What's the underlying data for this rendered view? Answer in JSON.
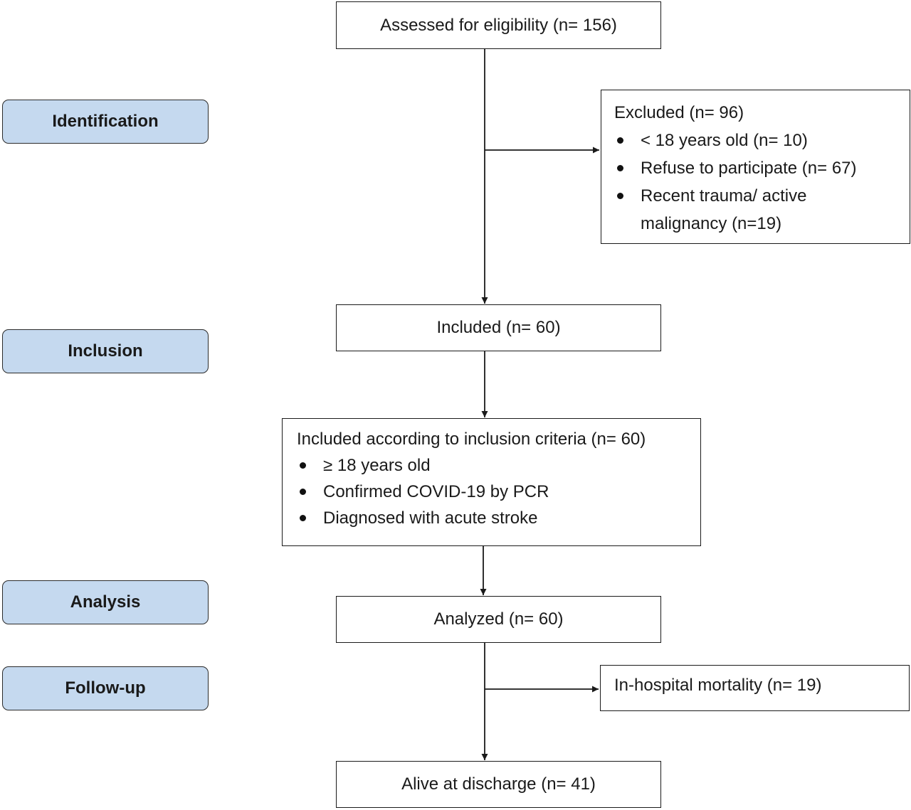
{
  "stages": {
    "identification": "Identification",
    "inclusion": "Inclusion",
    "analysis": "Analysis",
    "followup": "Follow-up"
  },
  "boxes": {
    "assessed": "Assessed for eligibility (n= 156)",
    "excluded": {
      "title": "Excluded (n= 96)",
      "items": [
        "< 18 years old (n= 10)",
        "Refuse to participate (n= 67)",
        "Recent trauma/ active malignancy (n=19)"
      ]
    },
    "included": "Included (n= 60)",
    "criteria": {
      "title": "Included according to inclusion criteria (n= 60)",
      "items": [
        "≥ 18 years old",
        "Confirmed COVID-19 by PCR",
        "Diagnosed with acute stroke"
      ]
    },
    "analyzed": "Analyzed (n= 60)",
    "mortality": "In-hospital mortality (n= 19)",
    "alive": "Alive at discharge (n= 41)"
  },
  "colors": {
    "stage_fill": "#c5d9ef",
    "line": "#1a1a1a"
  }
}
